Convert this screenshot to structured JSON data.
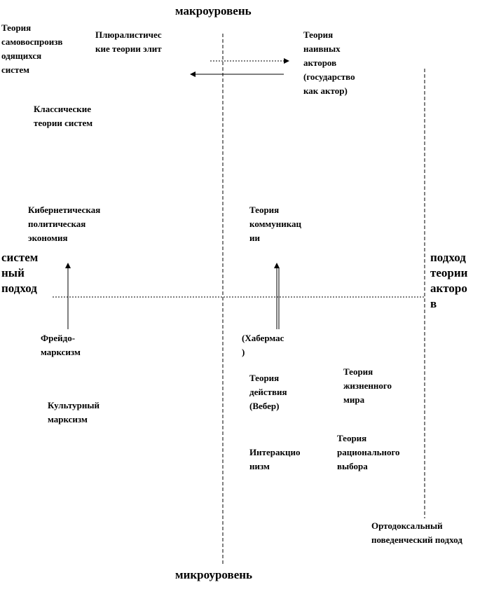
{
  "axes": {
    "top": "макроуровень",
    "bottom": "микроуровень",
    "left": "систем\nный\nподход",
    "right": "подход\nтеории\nакторо\nв"
  },
  "labels": {
    "self_reproducing": "Теория\nсамовоспроизв\nодящихся\nсистем",
    "pluralist_elites": "Плюралистичес\nкие теории элит",
    "naive_actors": "Теория\nнаивных\nакторов\n(государство\nкак актор)",
    "classic_systems": "Классические\nтеории систем",
    "cybernetic": "Кибернетическая\nполитическая\nэкономия",
    "communication": "Теория\nкоммуникац\nии",
    "freudo_marxism": "Фрейдо-\nмарксизм",
    "habermas": "(Хабермас\n)",
    "action_theory": "Теория\nдействия\n(Вебер)",
    "lifeworld": "Теория\nжизненного\nмира",
    "cultural_marxism": "Культурный\nмарксизм",
    "interactionism": "Интеракцио\nнизм",
    "rational_choice": "Теория\nрационального\nвыбора",
    "orthodox_behavioral": "Ортодоксальный\nповеденческий подход"
  }
}
